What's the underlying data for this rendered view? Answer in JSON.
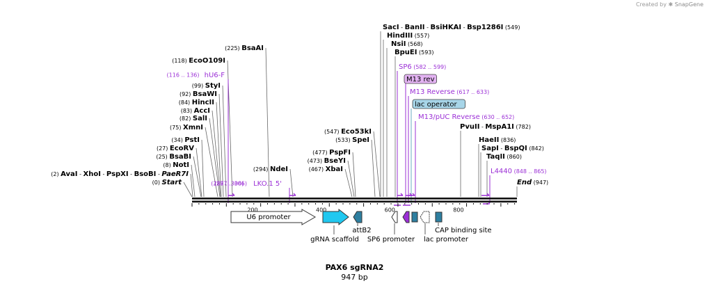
{
  "watermark": {
    "prefix": "Created by",
    "brand": "SnapGene"
  },
  "map": {
    "name": "PAX6 sgRNA2",
    "length_label": "947 bp",
    "length": 947,
    "ticks": [
      "200",
      "400",
      "600",
      "800"
    ],
    "tick_values": [
      200,
      400,
      600,
      800
    ],
    "colors": {
      "primer": "#9b2fd6",
      "line": "#666666",
      "u6": "#ffffff",
      "grna": "#20c8f0",
      "attb": "#2e7fa0",
      "lac": "#2e7fa0",
      "sp6_promoter": "#ffffff",
      "lac_promoter": "#ffffff",
      "m13_box": "#e3b3f2",
      "lacop_box": "#a7d5e8"
    },
    "sites": [
      {
        "label": "(2)  AvaI   - XhoI   - PspXI   - BsoBI   - PaeR7I",
        "parts": [
          {
            "t": "(2)  ",
            "b": false
          },
          {
            "t": "AvaI",
            "b": true
          },
          {
            "t": "   - ",
            "b": false
          },
          {
            "t": "XhoI",
            "b": true
          },
          {
            "t": "   - ",
            "b": false
          },
          {
            "t": "PspXI",
            "b": true
          },
          {
            "t": "   - ",
            "b": false
          },
          {
            "t": "BsoBI",
            "b": true
          },
          {
            "t": "   - ",
            "b": false
          },
          {
            "t": "PaeR7I",
            "b": true,
            "i": true
          }
        ],
        "pos": 2
      },
      {
        "label": "(0)  Start",
        "parts": [
          {
            "t": "(0)  ",
            "b": false
          },
          {
            "t": "Start",
            "b": true,
            "i": true
          }
        ],
        "pos": 0
      },
      {
        "label": "(8)  NotI",
        "parts": [
          {
            "t": "(8)  ",
            "b": false
          },
          {
            "t": "NotI",
            "b": true
          }
        ],
        "pos": 8
      },
      {
        "label": "(25)  BsaBI",
        "parts": [
          {
            "t": "(25)  ",
            "b": false
          },
          {
            "t": "BsaBI",
            "b": true
          }
        ],
        "pos": 25
      },
      {
        "label": "(27)  EcoRV",
        "parts": [
          {
            "t": "(27)  ",
            "b": false
          },
          {
            "t": "EcoRV",
            "b": true
          }
        ],
        "pos": 27
      },
      {
        "label": "(34)  PstI",
        "parts": [
          {
            "t": "(34)  ",
            "b": false
          },
          {
            "t": "PstI",
            "b": true
          }
        ],
        "pos": 34
      },
      {
        "label": "(75)  XmnI",
        "parts": [
          {
            "t": "(75)  ",
            "b": false
          },
          {
            "t": "XmnI",
            "b": true
          }
        ],
        "pos": 75
      },
      {
        "label": "(82)  SalI",
        "parts": [
          {
            "t": "(82)  ",
            "b": false
          },
          {
            "t": "SalI",
            "b": true
          }
        ],
        "pos": 82
      },
      {
        "label": "(83)  AccI",
        "parts": [
          {
            "t": "(83)  ",
            "b": false
          },
          {
            "t": "AccI",
            "b": true
          }
        ],
        "pos": 83
      },
      {
        "label": "(84)  HincII",
        "parts": [
          {
            "t": "(84)  ",
            "b": false
          },
          {
            "t": "HincII",
            "b": true
          }
        ],
        "pos": 84
      },
      {
        "label": "(92)  BsaWI",
        "parts": [
          {
            "t": "(92)  ",
            "b": false
          },
          {
            "t": "BsaWI",
            "b": true
          }
        ],
        "pos": 92
      },
      {
        "label": "(99)  StyI",
        "parts": [
          {
            "t": "(99)  ",
            "b": false
          },
          {
            "t": "StyI",
            "b": true
          }
        ],
        "pos": 99
      },
      {
        "label": "(118)  EcoO109I",
        "parts": [
          {
            "t": "(118)  ",
            "b": false
          },
          {
            "t": "EcoO109I",
            "b": true
          }
        ],
        "pos": 118
      },
      {
        "label": "(225)  BsaAI",
        "parts": [
          {
            "t": "(225)  ",
            "b": false
          },
          {
            "t": "BsaAI",
            "b": true
          }
        ],
        "pos": 225
      },
      {
        "label": "(294)  NdeI",
        "parts": [
          {
            "t": "(294)  ",
            "b": false
          },
          {
            "t": "NdeI",
            "b": true
          }
        ],
        "pos": 294
      },
      {
        "label": "(467)  XbaI",
        "parts": [
          {
            "t": "(467)  ",
            "b": false
          },
          {
            "t": "XbaI",
            "b": true
          }
        ],
        "pos": 467
      },
      {
        "label": "(473)  BseYI",
        "parts": [
          {
            "t": "(473)  ",
            "b": false
          },
          {
            "t": "BseYI",
            "b": true
          }
        ],
        "pos": 473
      },
      {
        "label": "(477)  PspFI",
        "parts": [
          {
            "t": "(477)  ",
            "b": false
          },
          {
            "t": "PspFI",
            "b": true
          }
        ],
        "pos": 477
      },
      {
        "label": "(533)  SpeI",
        "parts": [
          {
            "t": "(533)  ",
            "b": false
          },
          {
            "t": "SpeI",
            "b": true
          }
        ],
        "pos": 533
      },
      {
        "label": "(547)  Eco53kI",
        "parts": [
          {
            "t": "(547)  ",
            "b": false
          },
          {
            "t": "Eco53kI",
            "b": true
          }
        ],
        "pos": 547
      },
      {
        "label": "SacI   - BanII   - BsiHKAI   - Bsp1286I   (549)",
        "parts": [
          {
            "t": "SacI",
            "b": true
          },
          {
            "t": "   - ",
            "b": false
          },
          {
            "t": "BanII",
            "b": true
          },
          {
            "t": "   - ",
            "b": false
          },
          {
            "t": "BsiHKAI",
            "b": true
          },
          {
            "t": "   - ",
            "b": false
          },
          {
            "t": "Bsp1286I",
            "b": true
          },
          {
            "t": "   (549)",
            "b": false
          }
        ],
        "pos": 549
      },
      {
        "label": "HindIII   (557)",
        "parts": [
          {
            "t": "HindIII",
            "b": true
          },
          {
            "t": "   (557)",
            "b": false
          }
        ],
        "pos": 557
      },
      {
        "label": "NsiI   (568)",
        "parts": [
          {
            "t": "NsiI",
            "b": true
          },
          {
            "t": "   (568)",
            "b": false
          }
        ],
        "pos": 568
      },
      {
        "label": "BpuEI   (593)",
        "parts": [
          {
            "t": "BpuEI",
            "b": true
          },
          {
            "t": "   (593)",
            "b": false
          }
        ],
        "pos": 593
      },
      {
        "label": "PvuII   - MspA1I   (782)",
        "parts": [
          {
            "t": "PvuII",
            "b": true
          },
          {
            "t": "   - ",
            "b": false
          },
          {
            "t": "MspA1I",
            "b": true
          },
          {
            "t": "   (782)",
            "b": false
          }
        ],
        "pos": 782
      },
      {
        "label": "HaeII   (836)",
        "parts": [
          {
            "t": "HaeII",
            "b": true
          },
          {
            "t": "   (836)",
            "b": false
          }
        ],
        "pos": 836
      },
      {
        "label": "SapI   - BspQI   (842)",
        "parts": [
          {
            "t": "SapI",
            "b": true
          },
          {
            "t": "   - ",
            "b": false
          },
          {
            "t": "BspQI",
            "b": true
          },
          {
            "t": "   (842)",
            "b": false
          }
        ],
        "pos": 842
      },
      {
        "label": "TaqII   (860)",
        "parts": [
          {
            "t": "TaqII",
            "b": true
          },
          {
            "t": "   (860)",
            "b": false
          }
        ],
        "pos": 860
      },
      {
        "label": "End   (947)",
        "parts": [
          {
            "t": "End",
            "b": true,
            "i": true
          },
          {
            "t": "   (947)",
            "b": false
          }
        ],
        "pos": 947
      }
    ],
    "primers": [
      {
        "name": "hU6-F",
        "range": "(116 .. 136)",
        "start": 116,
        "end": 136
      },
      {
        "name": "LKO.1 5'",
        "range": "(287 .. 306)",
        "start": 287,
        "end": 306
      },
      {
        "name": "SP6",
        "range": "(582 .. 599)",
        "start": 582,
        "end": 599
      },
      {
        "name": "M13 rev",
        "range": "",
        "start": 590,
        "end": 607
      },
      {
        "name": "M13 Reverse",
        "range": "(617 .. 633)",
        "start": 617,
        "end": 633
      },
      {
        "name": "lac operator",
        "range": "",
        "start": 641,
        "end": 657
      },
      {
        "name": "M13/pUC Reverse",
        "range": "(630 .. 652)",
        "start": 630,
        "end": 652
      },
      {
        "name": "L4440",
        "range": "(848 .. 865)",
        "start": 848,
        "end": 865
      }
    ],
    "features": [
      {
        "name": "U6 promoter",
        "type": "promoter"
      },
      {
        "name": "gRNA scaffold",
        "type": "misc"
      },
      {
        "name": "attB2",
        "type": "recombination"
      },
      {
        "name": "SP6 promoter",
        "type": "promoter"
      },
      {
        "name": "lac promoter",
        "type": "promoter"
      },
      {
        "name": "CAP binding site",
        "type": "protein_bind"
      }
    ]
  }
}
